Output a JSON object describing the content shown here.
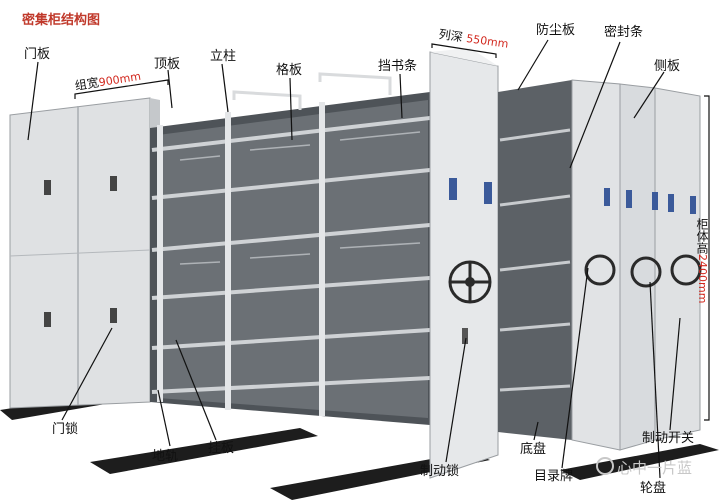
{
  "diagram": {
    "title": "密集柜结构图",
    "labels": {
      "door_panel": "门板",
      "top_panel": "顶板",
      "upright": "立柱",
      "shelf_board": "格板",
      "book_stop": "挡书条",
      "dust_panel": "防尘板",
      "seal_strip": "密封条",
      "side_panel": "侧板",
      "door_lock": "门锁",
      "ground_rail": "地轨",
      "hanging_board": "挂板",
      "brake_lock": "制动锁",
      "base_tray": "底盘",
      "directory_plate": "目录牌",
      "brake_switch": "制动开关",
      "wheel": "轮盘"
    },
    "dimensions": {
      "group_width_label": "组宽",
      "group_width_value": "900mm",
      "column_depth_label": "列深",
      "column_depth_value": "550mm",
      "cabinet_height_label": "柜体高",
      "cabinet_height_value": "2400mm"
    },
    "watermark": "心中一片蓝"
  }
}
